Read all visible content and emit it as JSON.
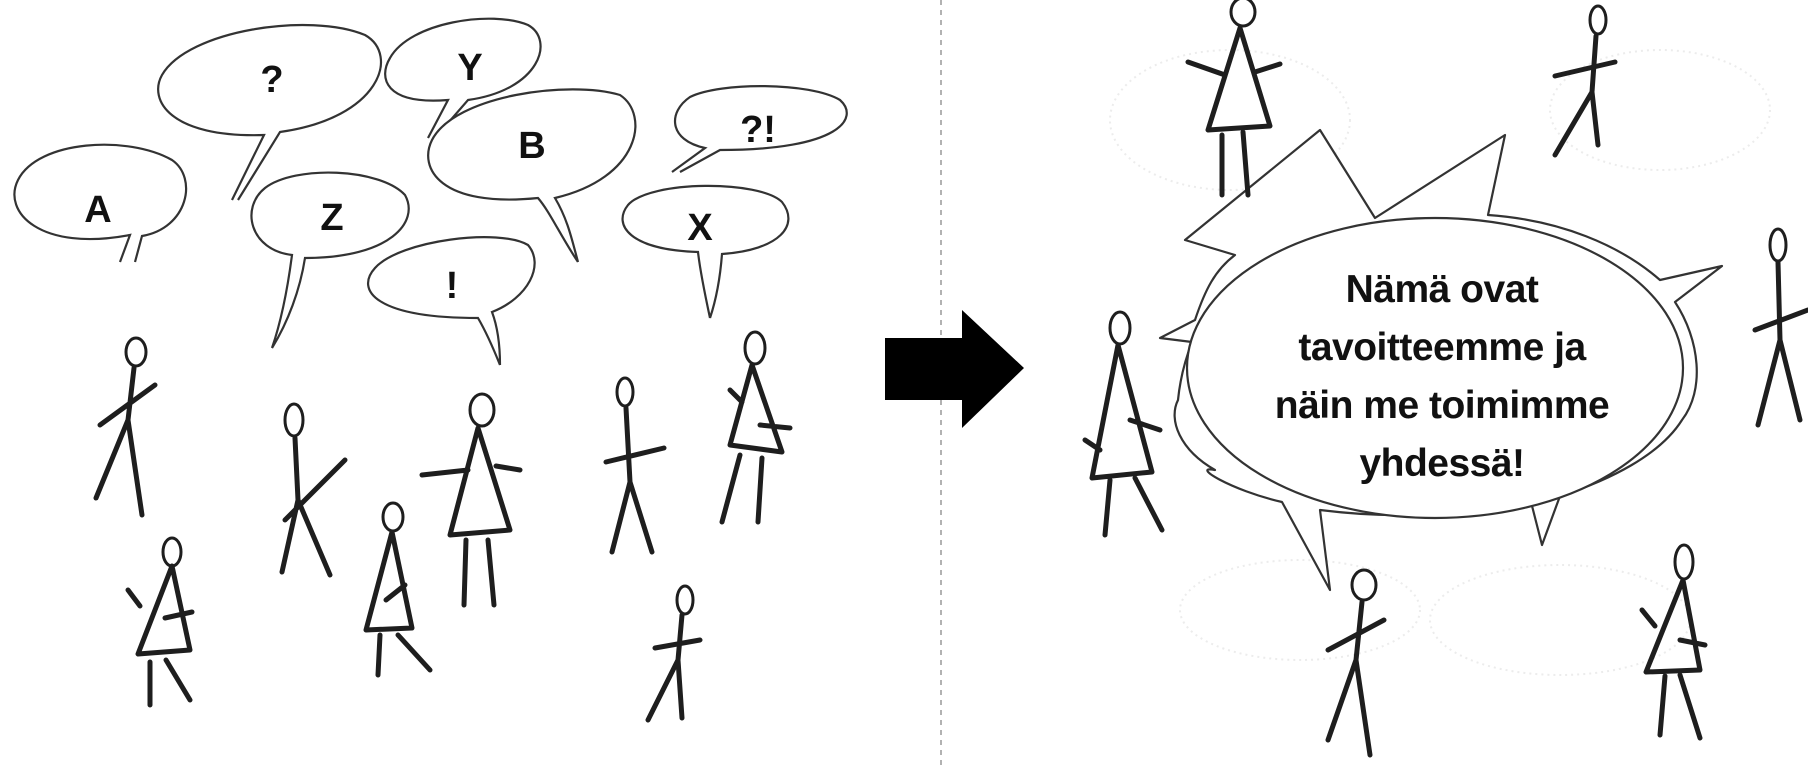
{
  "left_panel": {
    "bubbles": [
      {
        "id": "a",
        "label": "A"
      },
      {
        "id": "question",
        "label": "?"
      },
      {
        "id": "y",
        "label": "Y"
      },
      {
        "id": "z",
        "label": "Z"
      },
      {
        "id": "b",
        "label": "B"
      },
      {
        "id": "exclaim",
        "label": "!"
      },
      {
        "id": "interrobang",
        "label": "?!"
      },
      {
        "id": "x",
        "label": "X"
      }
    ]
  },
  "right_panel": {
    "speech_lines": [
      "Nämä ovat",
      "tavoitteemme ja",
      "näin me toimimme",
      "yhdessä!"
    ]
  },
  "arrow": {
    "icon": "right-arrow-icon",
    "color": "#000000"
  },
  "divider": {
    "style": "dashed",
    "color": "#999999"
  }
}
